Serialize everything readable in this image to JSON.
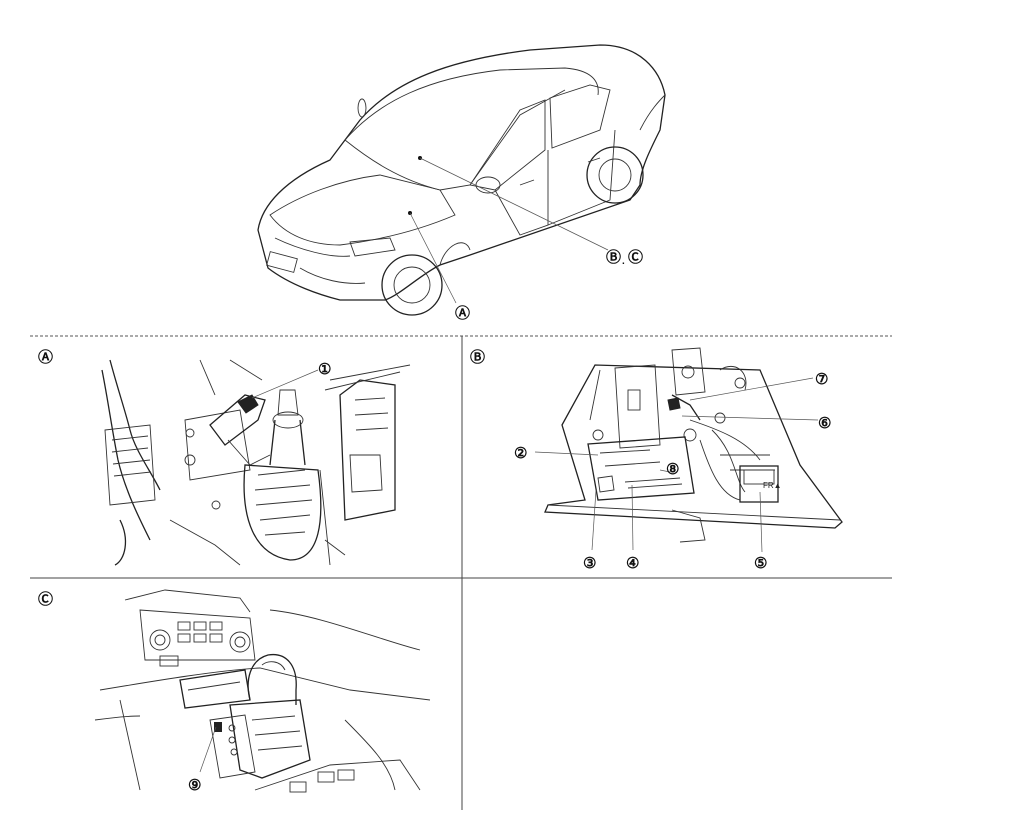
{
  "overview": {
    "callout_a": "Ⓐ",
    "callout_b": "Ⓑ",
    "callout_sep": ".",
    "callout_c": "Ⓒ"
  },
  "panels": {
    "a": {
      "letter": "Ⓐ",
      "callouts": [
        "①"
      ]
    },
    "b": {
      "letter": "Ⓑ",
      "callouts": [
        "②",
        "③",
        "④",
        "⑤",
        "⑥",
        "⑦",
        "⑧"
      ],
      "sticker_text": "FR▲"
    },
    "c": {
      "letter": "Ⓒ",
      "callouts": [
        "⑨"
      ]
    }
  }
}
